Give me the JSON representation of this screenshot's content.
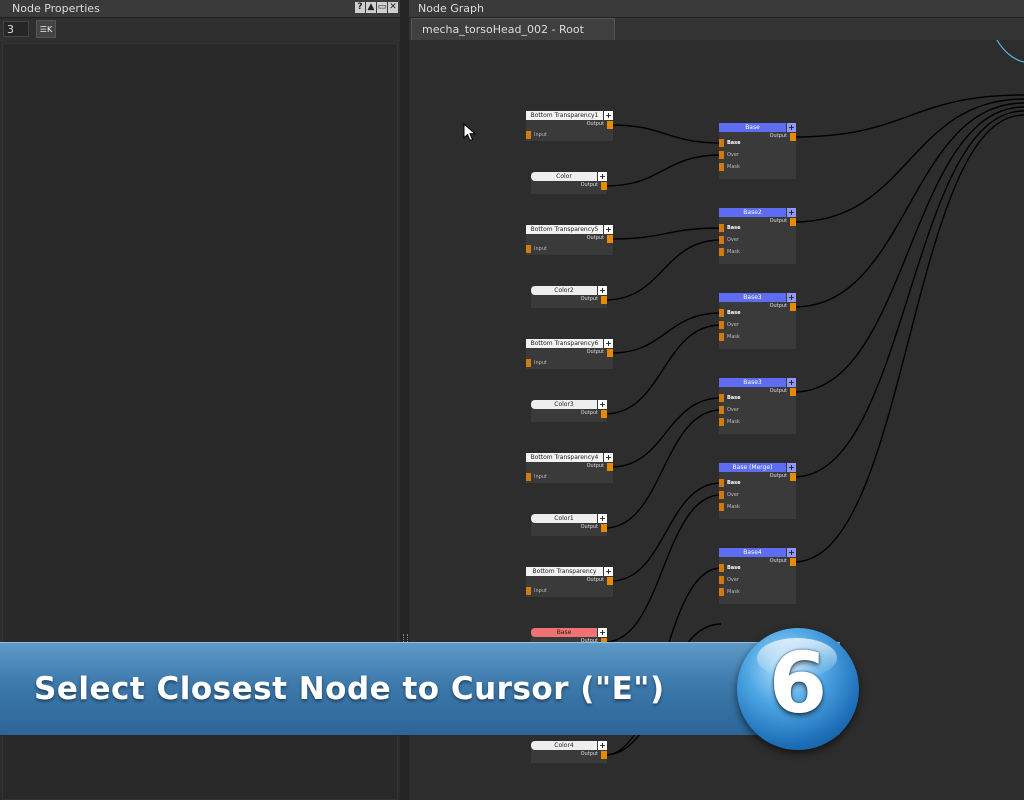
{
  "node_properties": {
    "title": "Node Properties",
    "value": "3",
    "button_label": "☰K",
    "header_buttons": [
      "?",
      "▲",
      "▭",
      "✕"
    ]
  },
  "node_graph": {
    "title": "Node Graph",
    "tab": "mecha_torsoHead_002 - Root",
    "output_label": "Output",
    "input_label": "Input",
    "merge_inputs": [
      "Base",
      "Over",
      "Mask"
    ],
    "source_nodes": [
      {
        "name": "Bottom Transparency1",
        "kind": "transparency"
      },
      {
        "name": "Color",
        "kind": "color"
      },
      {
        "name": "Bottom Transparency5",
        "kind": "transparency"
      },
      {
        "name": "Color2",
        "kind": "color"
      },
      {
        "name": "Bottom Transparency6",
        "kind": "transparency"
      },
      {
        "name": "Color3",
        "kind": "color"
      },
      {
        "name": "Bottom Transparency4",
        "kind": "transparency"
      },
      {
        "name": "Color1",
        "kind": "color"
      },
      {
        "name": "Bottom Transparency",
        "kind": "transparency"
      },
      {
        "name": "Base",
        "kind": "base"
      },
      {
        "name": "Color4",
        "kind": "color"
      }
    ],
    "merge_nodes": [
      {
        "name": "Base"
      },
      {
        "name": "Base2"
      },
      {
        "name": "Base3"
      },
      {
        "name": "Base3"
      },
      {
        "name": "Base (Merge)"
      },
      {
        "name": "Base4"
      }
    ]
  },
  "banner": {
    "text": "Select Closest Node to Cursor (\"E\")",
    "number": "6"
  },
  "colors": {
    "merge_header": "#5e6cf2",
    "color_node_header": "#eeeeee",
    "transparency_header": "#f2f2f2",
    "base_node_header": "#f07272",
    "port": "#e88a00",
    "banner": "#3f7bad"
  }
}
